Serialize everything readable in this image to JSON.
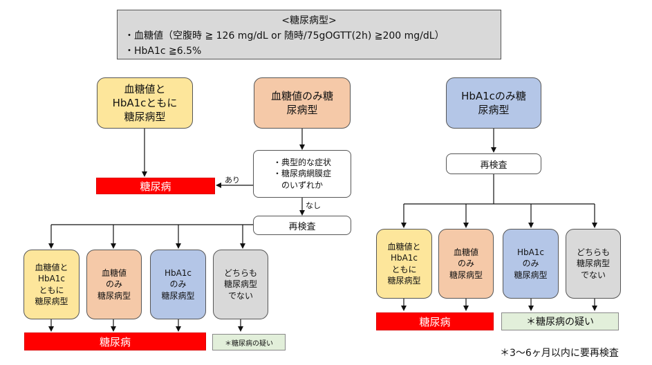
{
  "criteria": {
    "title": "<糖尿病型>",
    "line1": "・血糖値（空腹時 ≧ 126 mg/dL or 随時/75gOGTT(2h) ≧200 mg/dL）",
    "line2": "・HbA1c ≧6.5%"
  },
  "top": {
    "both": "血糖値と\nHbA1cともに\n糖尿病型",
    "glucose_only": "血糖値のみ糖\n尿病型",
    "hba1c_only": "HbA1cのみ糖\n尿病型"
  },
  "symptoms": "・典型的な症状\n・糖尿病網膜症\nのいずれか",
  "edge_labels": {
    "yes": "あり",
    "no": "なし"
  },
  "retest": "再検査",
  "outcomes": {
    "both": "血糖値と\nHbA1c\nともに\n糖尿病型",
    "glucose_only": "血糖値\nのみ\n糖尿病型",
    "hba1c_only": "HbA1c\nのみ\n糖尿病型",
    "neither": "どちらも\n糖尿病型\nでない"
  },
  "diabetes": "糖尿病",
  "suspected": "＊糖尿病の疑い",
  "footnote": "＊3〜6ヶ月以内に要再検査"
}
